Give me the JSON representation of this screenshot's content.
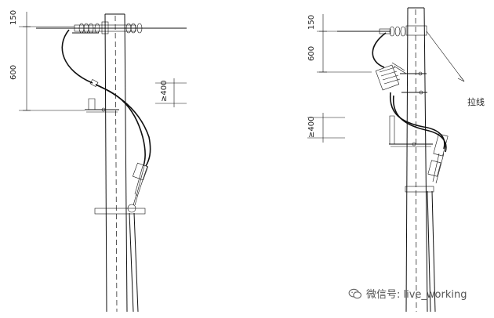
{
  "left_diagram": {
    "dim_top": "150",
    "dim_main": "600",
    "dim_side": "≥400"
  },
  "right_diagram": {
    "dim_top": "150",
    "dim_main": "600",
    "dim_side": "≥400",
    "stay_wire_label": "拉线"
  },
  "watermark": {
    "text": "微信号: live_working",
    "icon": "wechat-icon"
  }
}
